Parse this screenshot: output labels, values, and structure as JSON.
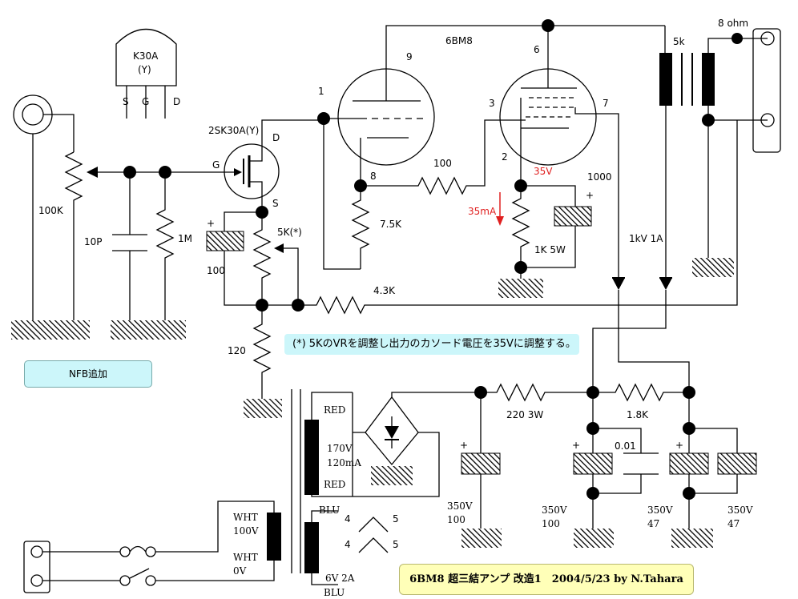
{
  "title_box": "6BM8 超三結アンプ 改造1　2004/5/23 by N.Tahara",
  "note_box": "(*) 5KのVRを調整し出力のカソード電圧を35Vに調整する。",
  "nfb_box": "NFB追加",
  "fet_package": {
    "name": "K30A",
    "grade": "(Y)",
    "pins": [
      "S",
      "G",
      "D"
    ]
  },
  "fet": {
    "name": "2SK30A(Y)",
    "d": "D",
    "g": "G",
    "s": "S"
  },
  "tube": {
    "name": "6BM8",
    "pins": {
      "p9": "9",
      "p1": "1",
      "p8": "8",
      "p6": "6",
      "p3": "3",
      "p7": "7",
      "p2": "2"
    }
  },
  "components": {
    "r_vol": "100K",
    "c_in": "10P",
    "r_gate": "1M",
    "vr": "5K(*)",
    "c_src": "100",
    "r_src": "120",
    "r_nfb": "4.3K",
    "r_load": "7.5K",
    "r_grid": "100",
    "r_cath": "1K 5W",
    "c_cath": "1000",
    "diodes": "1kV 1A",
    "opt": "5k",
    "spk": "8 ohm",
    "r_drop1": "220 3W",
    "r_drop2": "1.8K",
    "c_film": "0.01"
  },
  "annotations": {
    "cath_v": "35V",
    "cath_i": "35mA",
    "plus": "+"
  },
  "ptrans": {
    "sec_hv_top": "RED",
    "sec_hv_v": "170V",
    "sec_hv_a": "120mA",
    "sec_hv_bot": "RED",
    "pri_top": "WHT",
    "pri_v1": "100V",
    "pri_mid": "WHT",
    "pri_v0": "0V",
    "heater_top": "BLU",
    "heater_v": "6V  2A",
    "heater_bot": "BLU",
    "h4a": "4",
    "h4b": "4",
    "h5a": "5",
    "h5b": "5"
  },
  "caps": [
    {
      "v": "350V",
      "uf": "100"
    },
    {
      "v": "350V",
      "uf": "100"
    },
    {
      "v": "350V",
      "uf": "47"
    },
    {
      "v": "350V",
      "uf": "47"
    }
  ]
}
